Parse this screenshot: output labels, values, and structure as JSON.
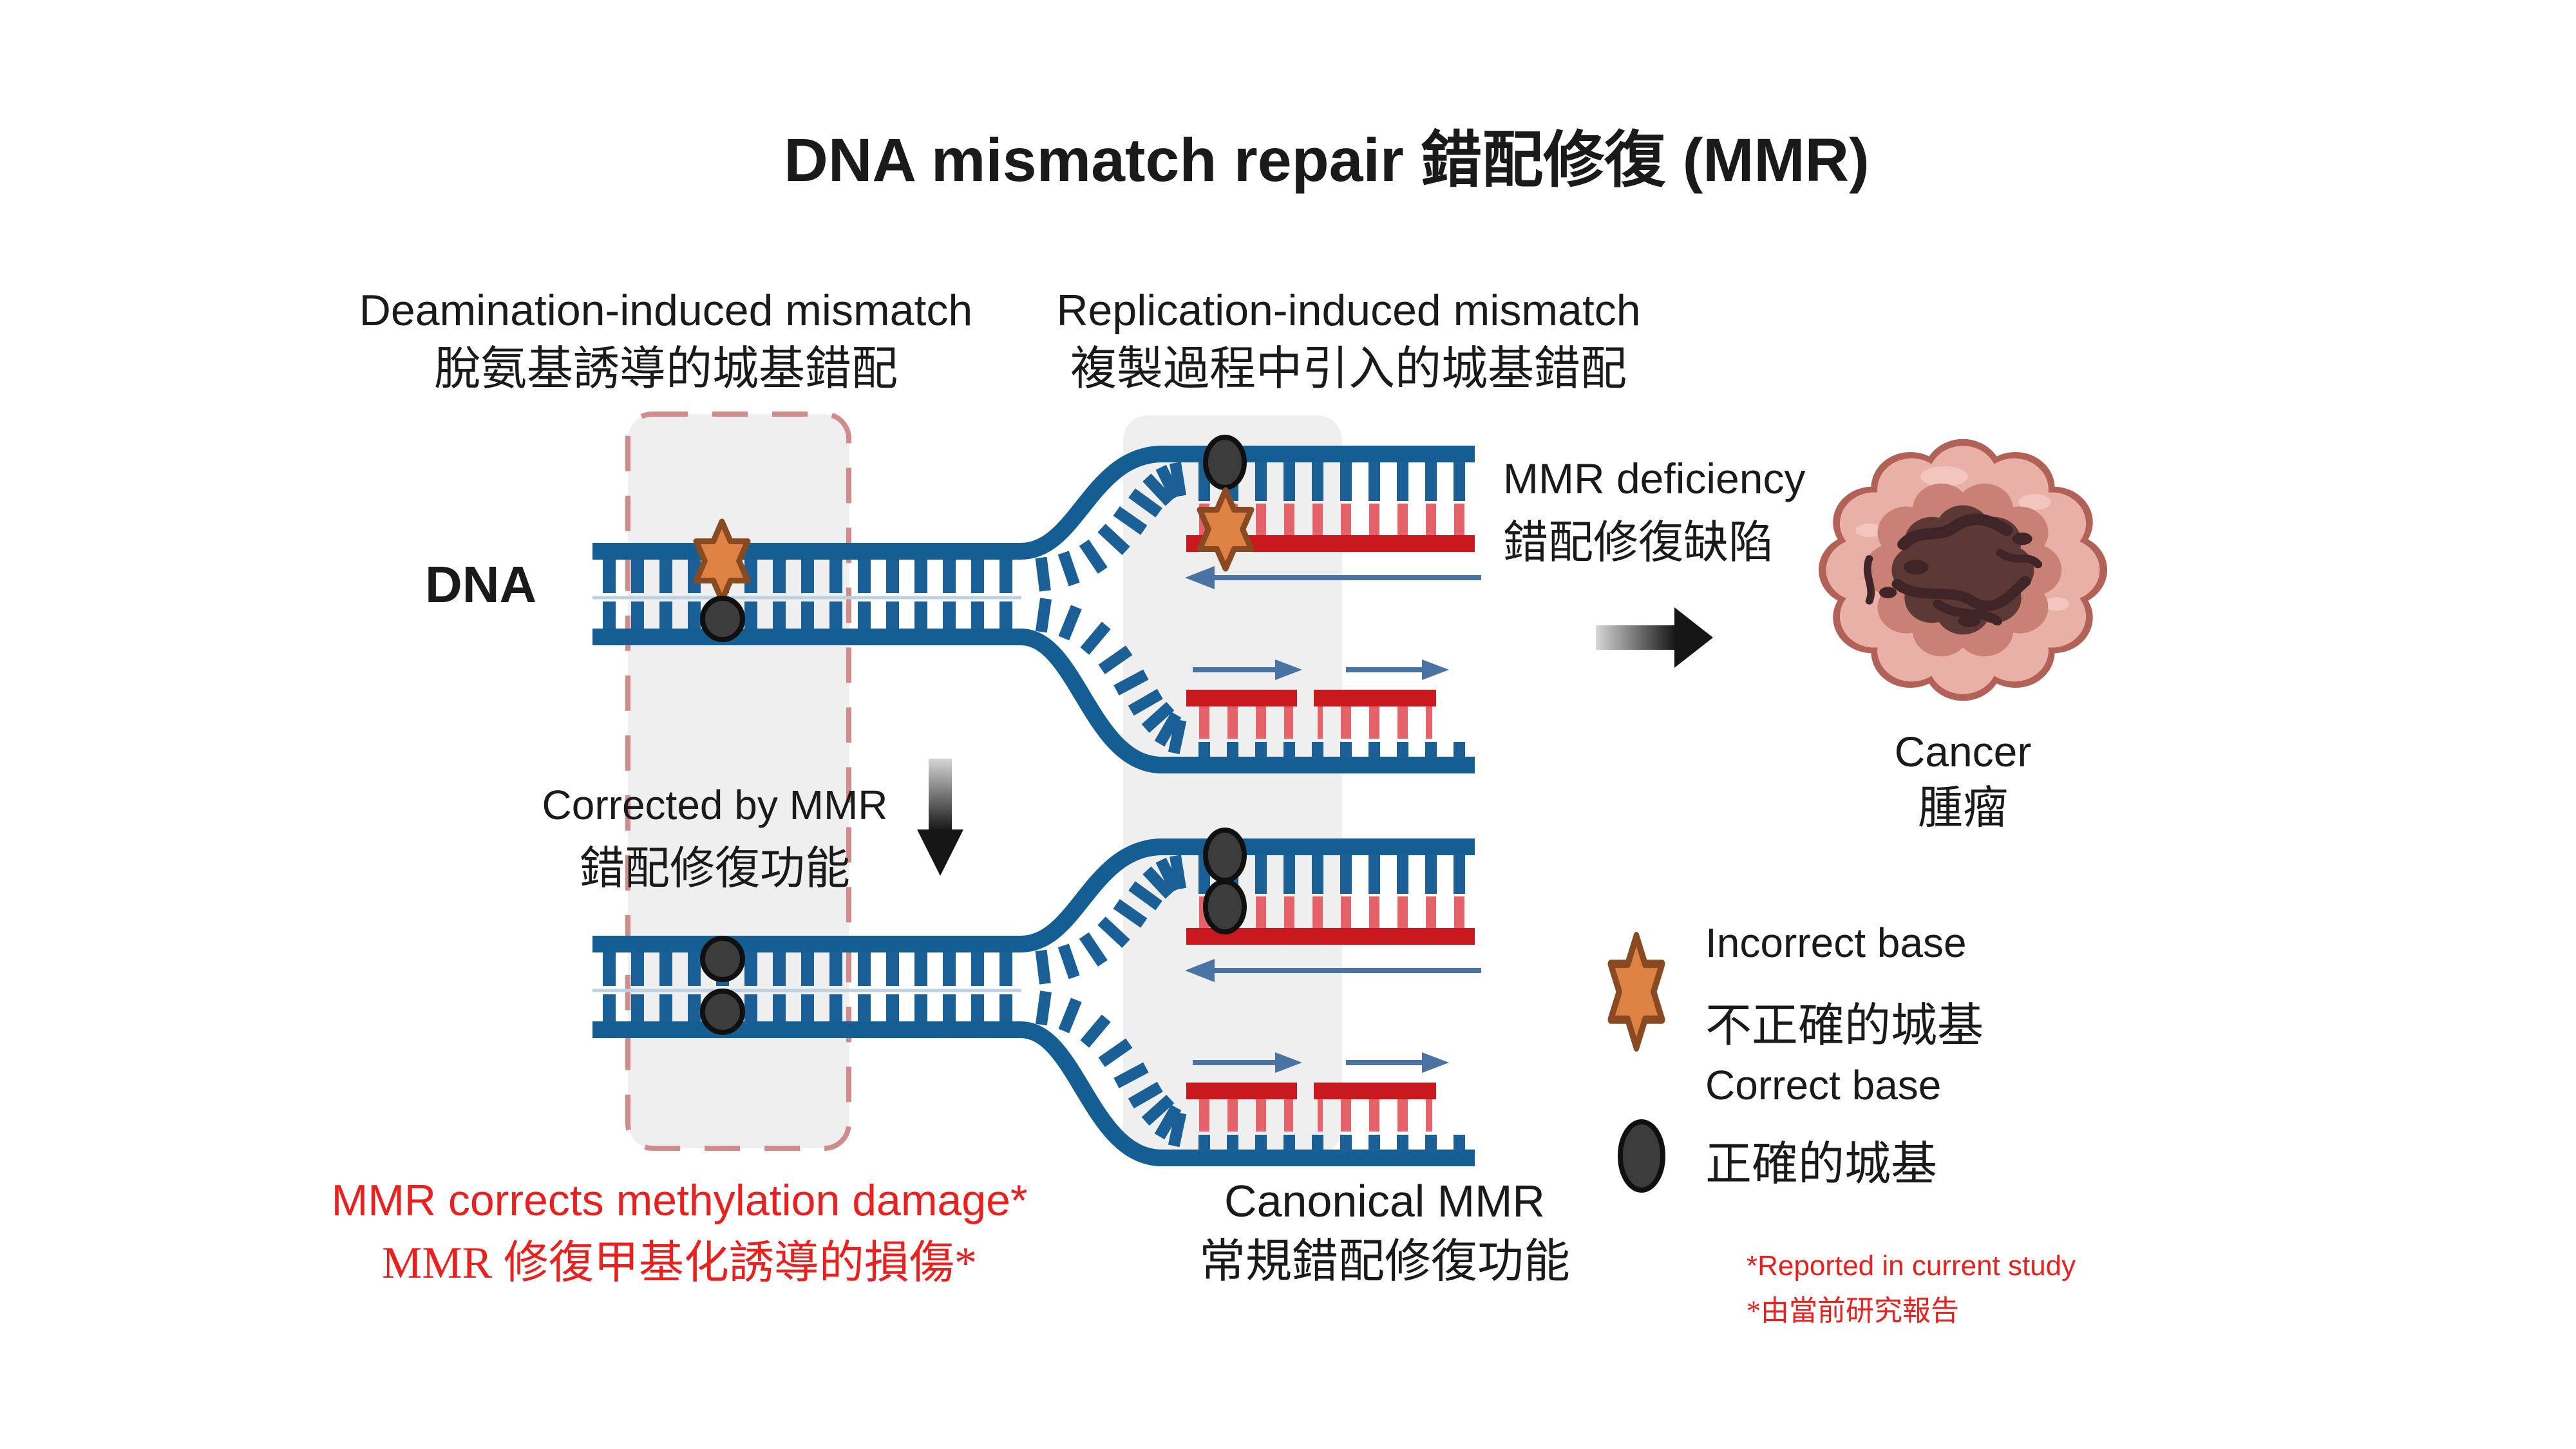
{
  "title": "DNA mismatch repair 錯配修復 (MMR)",
  "columns": {
    "left": {
      "en": "Deamination-induced mismatch",
      "zh": "脫氨基誘導的城基錯配"
    },
    "right": {
      "en": "Replication-induced mismatch",
      "zh": "複製過程中引入的城基錯配"
    }
  },
  "dna_label": "DNA",
  "mmr_deficiency": {
    "en": "MMR deficiency",
    "zh": "錯配修復缺陷"
  },
  "cancer": {
    "en": "Cancer",
    "zh": "腫瘤"
  },
  "corrected_by_mmr": {
    "en": "Corrected by MMR",
    "zh": "錯配修復功能"
  },
  "canonical_mmr": {
    "en": "Canonical MMR",
    "zh": "常規錯配修復功能"
  },
  "methylation_claim": {
    "en": "MMR corrects methylation damage*",
    "zh": "MMR 修復甲基化誘導的損傷*"
  },
  "legend": {
    "incorrect": {
      "en": "Incorrect base",
      "zh": "不正確的城基",
      "icon": "orange-star-icon"
    },
    "correct": {
      "en": "Correct base",
      "zh": "正確的城基",
      "icon": "dark-oval-icon"
    }
  },
  "footnote": {
    "en": "*Reported in current study",
    "zh": "*由當前研究報告"
  },
  "colors": {
    "strand-blue": "#155e93",
    "red-strand": "#c9191e",
    "pink-rung": "#e4636b",
    "star-fill": "#dd8243",
    "star-stroke": "#8a4a21",
    "base-dark": "#3c3c3c",
    "thin-arrow": "#4a72a2",
    "band-gray": "#efefef",
    "band-border": "#cf8c8a",
    "red-text": "#e8201e",
    "tumor-outer": "#e9b0a7",
    "tumor-dark": "#5d3936"
  }
}
